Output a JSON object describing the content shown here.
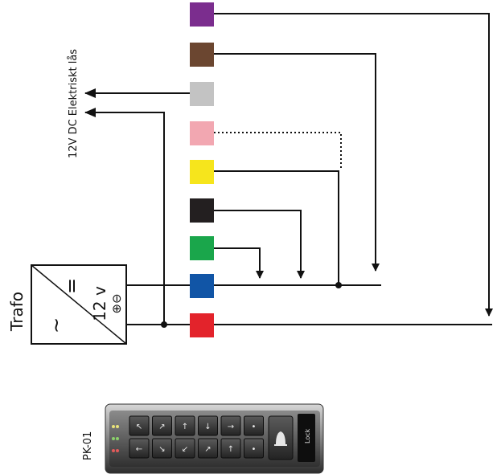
{
  "labels": {
    "power_label": "12V DC Elektriskt lås",
    "trafo_label": "Trafo",
    "trafo_voltage": "12 v",
    "trafo_polarity": "⊕⊖",
    "trafo_ac_symbol": "~",
    "trafo_dc_symbol": "=",
    "keypad_label": "PK-01"
  },
  "wires": [
    {
      "name": "purple-wire",
      "color": "#7b2d8e"
    },
    {
      "name": "brown-wire",
      "color": "#6b4630"
    },
    {
      "name": "gray-wire",
      "color": "#c3c3c3"
    },
    {
      "name": "pink-wire",
      "color": "#f2a7b1"
    },
    {
      "name": "yellow-wire",
      "color": "#f6e51c"
    },
    {
      "name": "black-wire",
      "color": "#231f20"
    },
    {
      "name": "green-wire",
      "color": "#1aa64b"
    },
    {
      "name": "blue-wire",
      "color": "#1155a6"
    },
    {
      "name": "red-wire",
      "color": "#e3232b"
    }
  ],
  "keypad": {
    "brand": "Lock",
    "key_icons": [
      "key-icon",
      "key-icon",
      "key-icon",
      "key-icon",
      "key-icon",
      "key-icon",
      "key-icon",
      "key-icon",
      "key-icon",
      "key-icon",
      "key-icon",
      "key-icon"
    ],
    "bell_icon": "bell-icon",
    "led_colors": [
      "#e8e27a",
      "#8bd06b",
      "#e25a5a"
    ]
  }
}
